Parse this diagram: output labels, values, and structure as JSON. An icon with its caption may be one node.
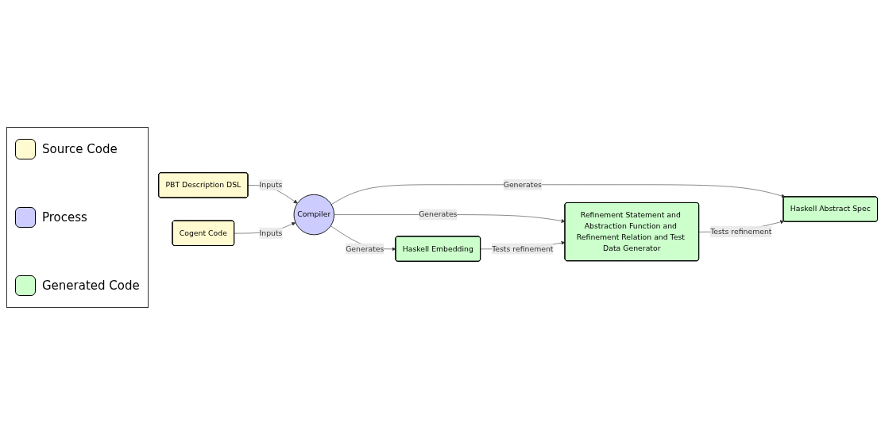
{
  "diagram": {
    "nodes": [
      {
        "text": [
          "PBT Description DSL"
        ]
      },
      {
        "text": [
          "Cogent Code"
        ]
      },
      {
        "text": [
          "Compiler"
        ]
      },
      {
        "text": [
          "Haskell Abstract Spec"
        ]
      },
      {
        "text": [
          "Refinement Statement and Abstraction Function and Refinement Relation and Test Data Generator"
        ]
      },
      {
        "text": [
          "Haskell Embedding"
        ]
      }
    ],
    "edges": [
      {
        "from": 0,
        "to": 2,
        "arrow": "to",
        "label": "Inputs"
      },
      {
        "from": 1,
        "to": 2,
        "arrow": "to",
        "label": "Inputs"
      },
      {
        "from": 2,
        "to": 3,
        "arrow": "to",
        "label": "Generates"
      },
      {
        "from": 2,
        "to": 4,
        "arrow": "to",
        "label": "Generates"
      },
      {
        "from": 2,
        "to": 5,
        "arrow": "to",
        "label": "Generates"
      },
      {
        "from": 4,
        "to": 3,
        "arrow": "to",
        "label": "Tests refinement"
      },
      {
        "from": 5,
        "to": 4,
        "arrow": "to",
        "label": "Tests refinement"
      }
    ],
    "legend": [
      {
        "text": "Source Code",
        "color": "#fffad0"
      },
      {
        "text": "Process",
        "color": "#ccccff"
      },
      {
        "text": "Generated Code",
        "color": "#ccffcc"
      }
    ]
  }
}
